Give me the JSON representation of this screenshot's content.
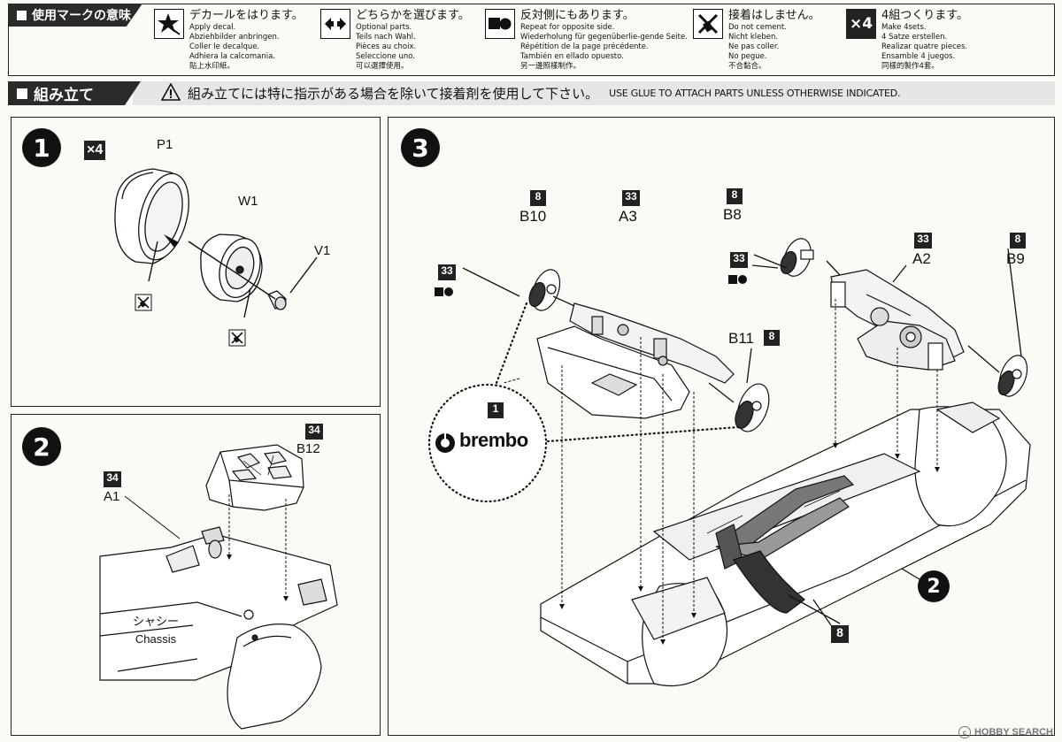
{
  "legend": {
    "title": "使用マークの意味",
    "items": [
      {
        "icon": "star-decal-icon",
        "jp": "デカールをはります。",
        "lines": [
          "Apply decal.",
          "Abziehbilder anbringen.",
          "Coller le decalque.",
          "Adhiera la calcomania.",
          "貼上水印紙。"
        ]
      },
      {
        "icon": "double-arrow-icon",
        "jp": "どちらかを選びます。",
        "lines": [
          "Optional parts.",
          "Teils nach Wahl.",
          "Pièces au choix.",
          "Seleccione uno.",
          "可以選擇使用。"
        ]
      },
      {
        "icon": "opposite-side-icon",
        "jp": "反対側にもあります。",
        "lines": [
          "Repeat for opposite side.",
          "Wiederholung für gegenüberlie-gende Seite.",
          "Répétition de la page précédente.",
          "También en ellado opuesto.",
          "另一邊照樣制作。"
        ]
      },
      {
        "icon": "no-glue-icon",
        "jp": "接着はしません。",
        "lines": [
          "Do not cement.",
          "Nicht kleben.",
          "Ne pas coller.",
          "No pegue.",
          "不合黏合。"
        ]
      },
      {
        "icon": "x4-icon",
        "icon_text": "×4",
        "jp": "4組つくります。",
        "lines": [
          "Make 4sets.",
          "4 Satze erstellen.",
          "Realizar quatre pieces.",
          "Ensamble 4 juegos.",
          "同樣的製作4套。"
        ]
      }
    ]
  },
  "assembly": {
    "title": "組み立て",
    "warning_jp": "組み立てには特に指示がある場合を除いて接着剤を使用して下さい。",
    "warning_en": "USE GLUE TO ATTACH PARTS UNLESS OTHERWISE INDICATED."
  },
  "step1": {
    "number": "1",
    "multiplier": "×4",
    "parts": {
      "tire": "P1",
      "wheel": "W1",
      "cap": "V1"
    }
  },
  "step2": {
    "number": "2",
    "color_a1": "34",
    "part_a1": "A1",
    "color_b12": "34",
    "part_b12": "B12",
    "chassis_jp": "シャシー",
    "chassis_en": "Chassis"
  },
  "step3": {
    "number": "3",
    "parts": {
      "b10": {
        "color": "8",
        "name": "B10"
      },
      "a3": {
        "color": "33",
        "name": "A3"
      },
      "b8": {
        "color": "8",
        "name": "B8"
      },
      "a2": {
        "color": "33",
        "name": "A2"
      },
      "b9": {
        "color": "8",
        "name": "B9"
      },
      "b11": {
        "color": "8",
        "name": "B11"
      }
    },
    "opposite_left_color": "33",
    "opposite_mid_color": "33",
    "decal_number": "1",
    "brand": "brembo",
    "ref_step": "2",
    "exhaust_color": "8"
  },
  "footer": {
    "copyright": "c",
    "text": "HOBBY SEARCH"
  }
}
